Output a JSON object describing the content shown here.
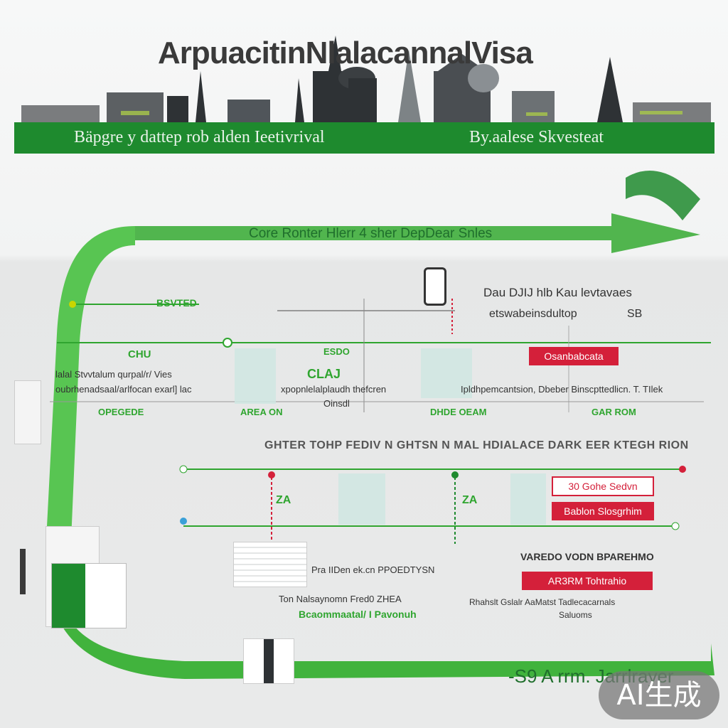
{
  "header": {
    "title": "ArpuacitinNlalacannalVisa",
    "subtitle_left": "Bäpgre y dattep rob alden Ieetivrival",
    "subtitle_right": "By.aalese Skvesteat"
  },
  "flow_heading": "Core Ronter Hlerr 4 sher DepDear Snles",
  "row1": {
    "top_right_line1": "Dau DJIJ hlb Kau levtavaes",
    "top_right_line2": "etswabeinsdultop",
    "top_right_code": "SB",
    "left_tag": "BSVTED",
    "node_a": "CHU",
    "node_b": "ESDO",
    "node_c": "CLAJ",
    "desc_left_1": "lalal Stvvtalum qurpal/r/ Vies",
    "desc_left_2": "oubrhenadsaal/arlfocan exarl] lac",
    "desc_mid_1": "xpopnlelalplaudh thefcren",
    "desc_mid_2": "Oinsdl",
    "desc_right": "Ipldhpemcantsion, Dbeber Binscpttedlicn. T. TIlek",
    "red_label": "Osanbabcata",
    "foot_1": "OPEGEDE",
    "foot_2": "AREA ON",
    "foot_3": "DHDE OEAM",
    "foot_4": "GAR ROM"
  },
  "section2": {
    "heading": "GHTER TOHP FEDIV N GHTSN N MAL HDIALACE DARK EER KTEGH RION",
    "red_label_1": "30 Gohe Sedvn",
    "red_label_2": "Bablon Slosgrhim",
    "node_left": "ZA",
    "node_right": "ZA",
    "doc_caption": "Pra IIDen  ek.cn  PPOEDTYSN",
    "legend_1": "Ton Nalsaynomn Fred0 ZHEA",
    "legend_2": "Bcaommaatal/ I Pavonuh",
    "right_head": "VAREDO VODN BPAREHMO",
    "right_redbox": "AR3RM Tohtrahio",
    "right_desc_1": "Rhahslt Gslalr AaMatst Tadlecacarnals",
    "right_desc_2": "Saluoms"
  },
  "footer": {
    "text": "-S9 A rrm. Jarrlrayer",
    "badge": "AI生成"
  },
  "colors": {
    "green": "#1e8a2e",
    "light_green": "#4cc24a",
    "red": "#d4203a",
    "teal": "#cfe6e2"
  }
}
